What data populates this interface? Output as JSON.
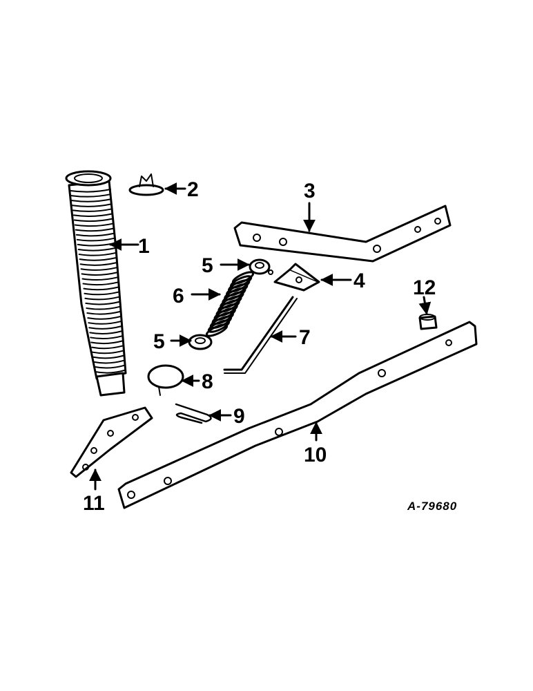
{
  "diagram": {
    "reference_code": "A-79680",
    "callouts": [
      {
        "id": "1",
        "text": "1"
      },
      {
        "id": "2",
        "text": "2"
      },
      {
        "id": "3",
        "text": "3"
      },
      {
        "id": "4",
        "text": "4"
      },
      {
        "id": "5a",
        "text": "5"
      },
      {
        "id": "5b",
        "text": "5"
      },
      {
        "id": "6",
        "text": "6"
      },
      {
        "id": "7",
        "text": "7"
      },
      {
        "id": "8",
        "text": "8"
      },
      {
        "id": "9",
        "text": "9"
      },
      {
        "id": "10",
        "text": "10"
      },
      {
        "id": "11",
        "text": "11"
      },
      {
        "id": "12",
        "text": "12"
      }
    ]
  }
}
